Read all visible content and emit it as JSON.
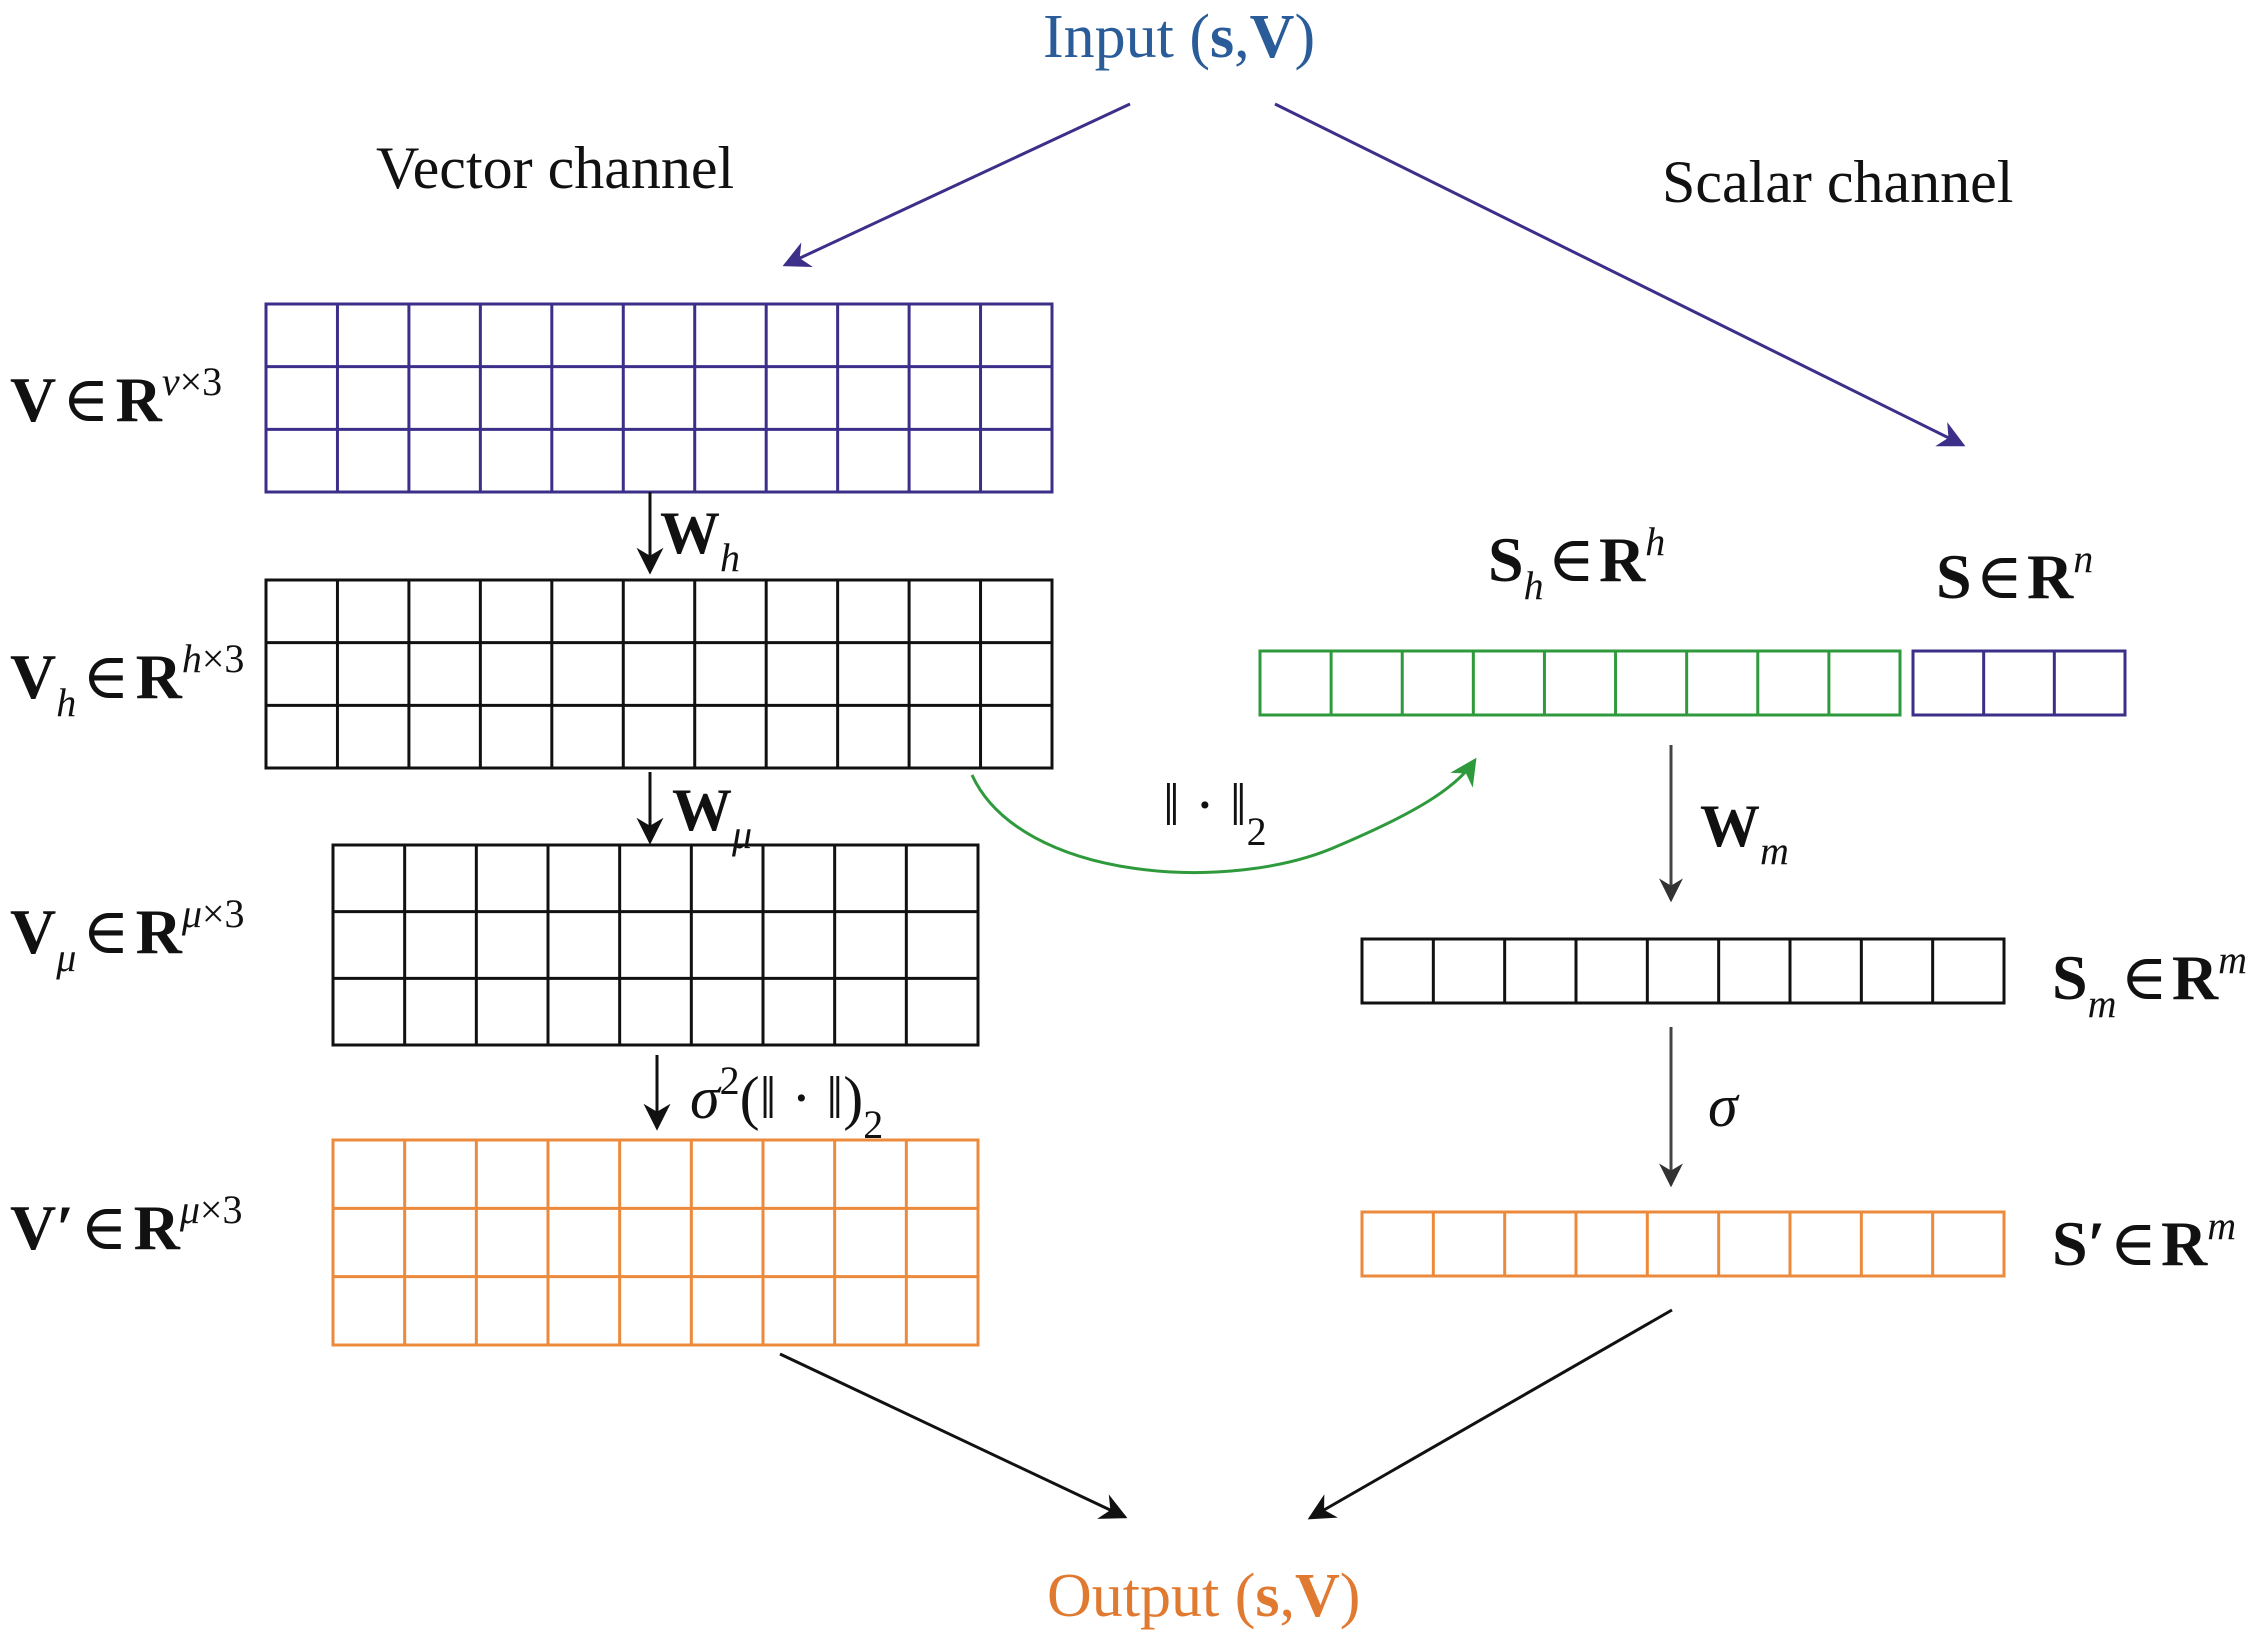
{
  "colors": {
    "input": "#2b5c9a",
    "output": "#e07a30",
    "vector_in": "#3b2f8a",
    "hidden": "#111111",
    "norm_green": "#2e9a3c",
    "orange": "#ec8a3c",
    "arrow_purple": "#3b2f8a"
  },
  "input": {
    "prefix": "Input (",
    "s": "s",
    "comma": ",",
    "V": "V",
    "suffix": ")"
  },
  "output": {
    "prefix": "Output (",
    "s": "s",
    "comma": ",",
    "V": "V",
    "suffix": ")"
  },
  "channels": {
    "vector": "Vector channel",
    "scalar": "Scalar channel"
  },
  "vector_channel": {
    "V": {
      "symbol": "V",
      "sub": "",
      "prime": "",
      "in": "∈",
      "R": "R",
      "dim_var": "v",
      "dim_rest": "×3",
      "rows": 3,
      "cols": 11
    },
    "Vh": {
      "symbol": "V",
      "sub": "h",
      "prime": "",
      "in": "∈",
      "R": "R",
      "dim_var": "h",
      "dim_rest": "×3",
      "rows": 3,
      "cols": 11
    },
    "Vmu": {
      "symbol": "V",
      "sub": "μ",
      "prime": "",
      "in": "∈",
      "R": "R",
      "dim_var": "μ",
      "dim_rest": "×3",
      "rows": 3,
      "cols": 9
    },
    "Vprime": {
      "symbol": "V",
      "sub": "",
      "prime": "′",
      "in": "∈",
      "R": "R",
      "dim_var": "μ",
      "dim_rest": "×3",
      "rows": 3,
      "cols": 9
    },
    "ops": {
      "Wh": {
        "W": "W",
        "sub": "h"
      },
      "Wmu": {
        "W": "W",
        "sub": "μ"
      },
      "gate": {
        "sigma": "σ",
        "sup": "2",
        "body": "(‖ · ‖)",
        "sub": "2"
      }
    }
  },
  "scalar_channel": {
    "Sh": {
      "symbol": "S",
      "sub": "h",
      "prime": "",
      "in": "∈",
      "R": "R",
      "dim_var": "h",
      "cells": 9
    },
    "S": {
      "symbol": "S",
      "sub": "",
      "prime": "",
      "in": "∈",
      "R": "R",
      "dim_var": "n",
      "cells": 3
    },
    "Sm": {
      "symbol": "S",
      "sub": "m",
      "prime": "",
      "in": "∈",
      "R": "R",
      "dim_var": "m",
      "cells": 9
    },
    "Sprime": {
      "symbol": "S",
      "sub": "",
      "prime": "′",
      "in": "∈",
      "R": "R",
      "dim_var": "m",
      "cells": 9
    },
    "ops": {
      "Wm": {
        "W": "W",
        "sub": "m"
      },
      "sigma": {
        "sigma": "σ"
      }
    }
  },
  "norm_link": {
    "body": "‖ · ‖",
    "sub": "2"
  }
}
